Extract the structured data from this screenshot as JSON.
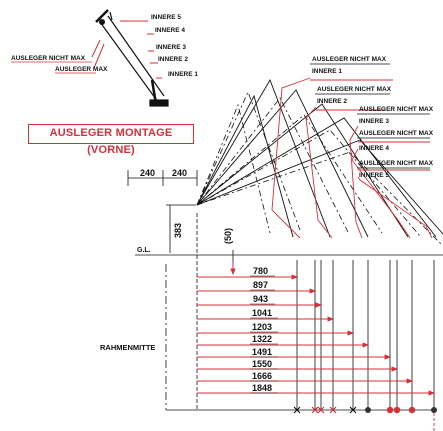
{
  "title": "AUSLEGER MONTAGE (VORNE)",
  "colors": {
    "accent": "#d5303a",
    "ink": "#111111"
  },
  "thumbnail": {
    "labels": [
      "INNERE 5",
      "INNERE 4",
      "INNERE 3",
      "INNERE 2",
      "INNERE 1"
    ],
    "left_labels": [
      "AUSLEGER NICHT MAX",
      "AUSLEGER MAX"
    ]
  },
  "boom_labels": [
    {
      "line1": "AUSLEGER NICHT MAX",
      "line2": "INNERE 1"
    },
    {
      "line1": "AUSLEGER NICHT MAX",
      "line2": "INNERE 2"
    },
    {
      "line1": "AUSLEGER NICHT MAX",
      "line2": "INNERE 3"
    },
    {
      "line1": "AUSLEGER NICHT MAX",
      "line2": "INNERE 4"
    },
    {
      "line1": "AUSLEGER NICHT MAX",
      "line2": "INNERE 5"
    }
  ],
  "dims": {
    "left_240": "240",
    "right_240": "240",
    "height_383": "383",
    "offset_50": "(50)",
    "gl": "G.L.",
    "center": "RAHMENMITTE"
  },
  "distances": [
    "780",
    "897",
    "943",
    "1041",
    "1203",
    "1322",
    "1491",
    "1550",
    "1666",
    "1848"
  ]
}
